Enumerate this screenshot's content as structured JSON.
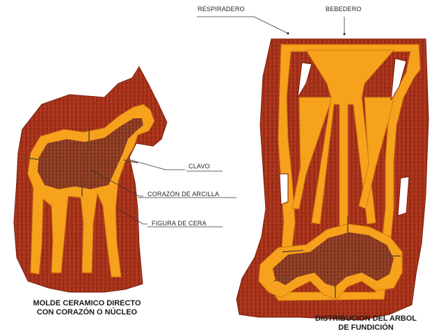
{
  "labels": {
    "respiradero": "RESPIRADERO",
    "bebedero": "BEBEDERO",
    "clavo": "CLAVO",
    "corazon": "CORAZÓN DE ARCILLA",
    "figura": "FIGURA DE CERA"
  },
  "captions": {
    "left_line1": "MOLDE CERAMICO DIRECTO",
    "left_line2": "CON CORAZÓN O NÚCLEO",
    "right_line1": "DISTRIBUCION DEL ARBOL",
    "right_line2": "DE FUNDICIÓN"
  },
  "colors": {
    "mold": "#a8321a",
    "wax": "#f6a21d",
    "core": "#8a3a22"
  }
}
